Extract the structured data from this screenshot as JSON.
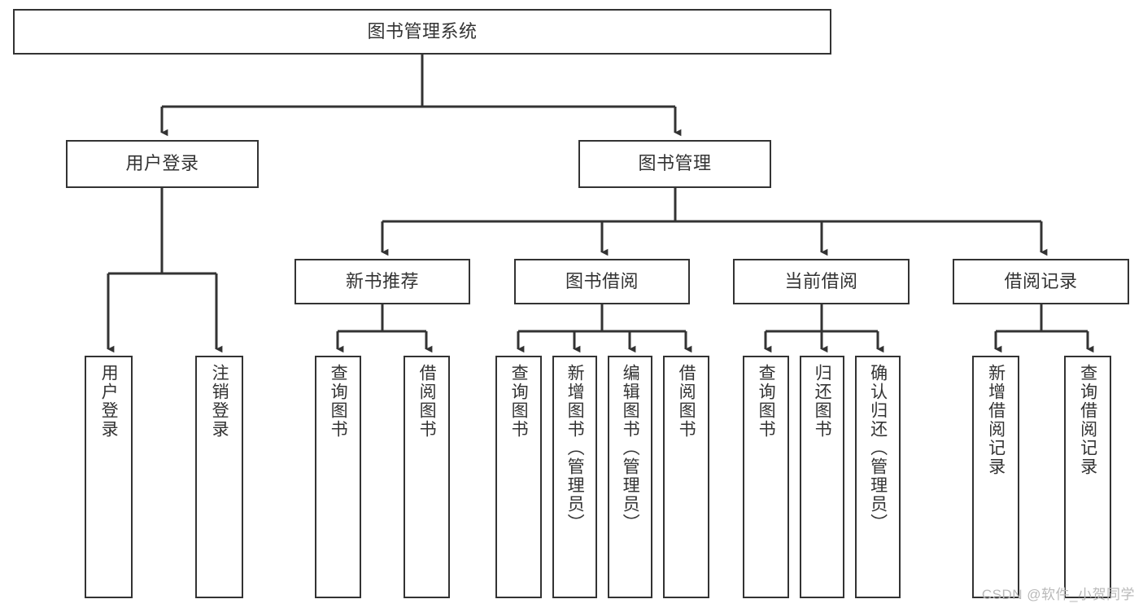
{
  "diagram": {
    "title": "图书管理系统",
    "type": "hierarchy-tree",
    "watermark": "CSDN @软件_小贺同学",
    "colors": {
      "background": "#ffffff",
      "node_border": "#333333",
      "node_fill": "#ffffff",
      "edge": "#333333",
      "text": "#333333",
      "watermark": "#b9b9b9"
    },
    "nodes": {
      "root": {
        "label": "图书管理系统",
        "orientation": "horizontal"
      },
      "level2": [
        {
          "id": "user-login",
          "label": "用户登录",
          "orientation": "horizontal"
        },
        {
          "id": "book-manage",
          "label": "图书管理",
          "orientation": "horizontal"
        }
      ],
      "level3": [
        {
          "id": "new-book-rec",
          "label": "新书推荐",
          "orientation": "horizontal"
        },
        {
          "id": "book-borrow",
          "label": "图书借阅",
          "orientation": "horizontal"
        },
        {
          "id": "current-borrow",
          "label": "当前借阅",
          "orientation": "horizontal"
        },
        {
          "id": "borrow-record",
          "label": "借阅记录",
          "orientation": "horizontal"
        }
      ],
      "leaves": [
        {
          "id": "leaf-user-login",
          "label": "用户登录",
          "parent": "user-login",
          "orientation": "vertical"
        },
        {
          "id": "leaf-logout",
          "label": "注销登录",
          "parent": "user-login",
          "orientation": "vertical"
        },
        {
          "id": "leaf-query-book-1",
          "label": "查询图书",
          "parent": "new-book-rec",
          "orientation": "vertical"
        },
        {
          "id": "leaf-borrow-book-1",
          "label": "借阅图书",
          "parent": "new-book-rec",
          "orientation": "vertical"
        },
        {
          "id": "leaf-query-book-2",
          "label": "查询图书",
          "parent": "book-borrow",
          "orientation": "vertical"
        },
        {
          "id": "leaf-add-book",
          "label": "新增图书（管理员）",
          "parent": "book-borrow",
          "orientation": "vertical"
        },
        {
          "id": "leaf-edit-book",
          "label": "编辑图书（管理员）",
          "parent": "book-borrow",
          "orientation": "vertical"
        },
        {
          "id": "leaf-borrow-book-2",
          "label": "借阅图书",
          "parent": "book-borrow",
          "orientation": "vertical"
        },
        {
          "id": "leaf-query-book-3",
          "label": "查询图书",
          "parent": "current-borrow",
          "orientation": "vertical"
        },
        {
          "id": "leaf-return-book",
          "label": "归还图书",
          "parent": "current-borrow",
          "orientation": "vertical"
        },
        {
          "id": "leaf-confirm-return",
          "label": "确认归还（管理员）",
          "parent": "current-borrow",
          "orientation": "vertical"
        },
        {
          "id": "leaf-add-record",
          "label": "新增借阅记录",
          "parent": "borrow-record",
          "orientation": "vertical"
        },
        {
          "id": "leaf-query-record",
          "label": "查询借阅记录",
          "parent": "borrow-record",
          "orientation": "vertical"
        }
      ]
    }
  }
}
